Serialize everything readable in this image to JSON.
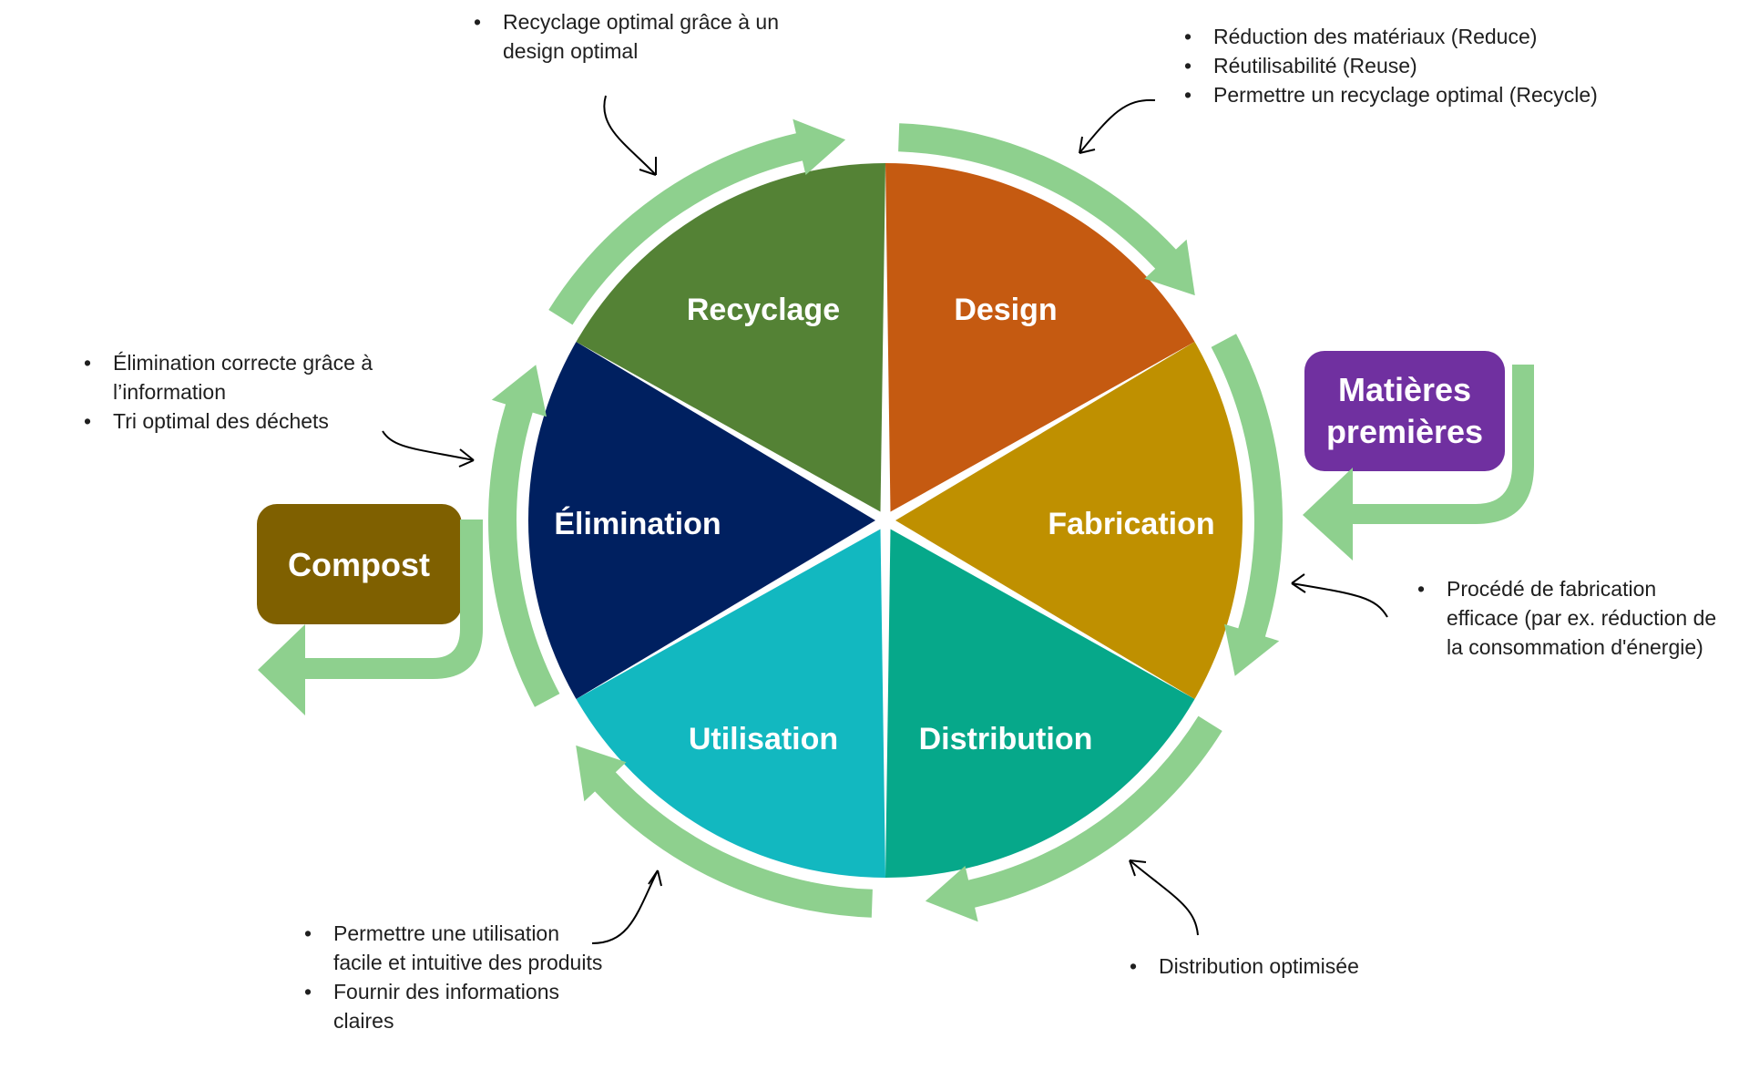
{
  "diagram": {
    "segments": {
      "design": "Design",
      "fabrication": "Fabrication",
      "distribution": "Distribution",
      "utilisation": "Utilisation",
      "elimination": "Élimination",
      "recyclage": "Recyclage"
    },
    "boxes": {
      "matieres_line1": "Matières",
      "matieres_line2": "premières",
      "compost": "Compost"
    },
    "notes": {
      "recyclage": [
        "Recyclage optimal grâce à un design optimal"
      ],
      "design": [
        "Réduction des matériaux (Reduce)",
        "Réutilisabilité (Reuse)",
        "Permettre un recyclage optimal (Recycle)"
      ],
      "elimination": [
        "Élimination correcte grâce à l’information",
        "Tri optimal des déchets"
      ],
      "fabrication": [
        "Procédé de fabrication efficace (par ex. réduction de la consommation d'énergie)"
      ],
      "utilisation": [
        "Permettre une utilisation facile et intuitive des produits",
        "Fournir des informations claires"
      ],
      "distribution": [
        "Distribution optimisée"
      ]
    },
    "colors": {
      "design": "#C55A11",
      "fabrication": "#BF9000",
      "distribution": "#06A88A",
      "utilisation": "#12B8C0",
      "elimination": "#002060",
      "recyclage": "#548235",
      "arrows": "#8ED08E",
      "matieres": "#7030A0",
      "compost": "#7F6000"
    }
  }
}
